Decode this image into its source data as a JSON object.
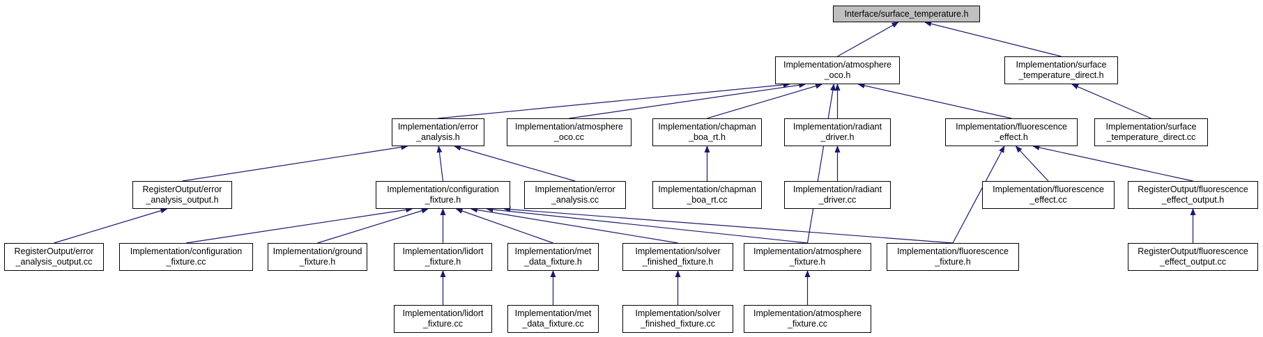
{
  "colors": {
    "edge": "#191970",
    "root_fill": "#bfbfbf",
    "node_fill": "#ffffff"
  },
  "nodes": [
    {
      "id": "surface_temperature_h",
      "lines": [
        "Interface/surface_temperature.h"
      ],
      "root": true
    },
    {
      "id": "atmosphere_oco_h",
      "lines": [
        "Implementation/atmosphere",
        "_oco.h"
      ]
    },
    {
      "id": "surface_temperature_direct_h",
      "lines": [
        "Implementation/surface",
        "_temperature_direct.h"
      ]
    },
    {
      "id": "error_analysis_h",
      "lines": [
        "Implementation/error",
        "_analysis.h"
      ]
    },
    {
      "id": "atmosphere_oco_cc",
      "lines": [
        "Implementation/atmosphere",
        "_oco.cc"
      ]
    },
    {
      "id": "chapman_boa_rt_h",
      "lines": [
        "Implementation/chapman",
        "_boa_rt.h"
      ]
    },
    {
      "id": "radiant_driver_h",
      "lines": [
        "Implementation/radiant",
        "_driver.h"
      ]
    },
    {
      "id": "fluorescence_effect_h",
      "lines": [
        "Implementation/fluorescence",
        "_effect.h"
      ]
    },
    {
      "id": "surface_temperature_direct_cc",
      "lines": [
        "Implementation/surface",
        "_temperature_direct.cc"
      ]
    },
    {
      "id": "error_analysis_output_h",
      "lines": [
        "RegisterOutput/error",
        "_analysis_output.h"
      ]
    },
    {
      "id": "configuration_fixture_h",
      "lines": [
        "Implementation/configuration",
        "_fixture.h"
      ]
    },
    {
      "id": "error_analysis_cc",
      "lines": [
        "Implementation/error",
        "_analysis.cc"
      ]
    },
    {
      "id": "chapman_boa_rt_cc",
      "lines": [
        "Implementation/chapman",
        "_boa_rt.cc"
      ]
    },
    {
      "id": "radiant_driver_cc",
      "lines": [
        "Implementation/radiant",
        "_driver.cc"
      ]
    },
    {
      "id": "fluorescence_effect_cc",
      "lines": [
        "Implementation/fluorescence",
        "_effect.cc"
      ]
    },
    {
      "id": "fluorescence_effect_output_h",
      "lines": [
        "RegisterOutput/fluorescence",
        "_effect_output.h"
      ]
    },
    {
      "id": "error_analysis_output_cc",
      "lines": [
        "RegisterOutput/error",
        "_analysis_output.cc"
      ]
    },
    {
      "id": "configuration_fixture_cc",
      "lines": [
        "Implementation/configuration",
        "_fixture.cc"
      ]
    },
    {
      "id": "ground_fixture_h",
      "lines": [
        "Implementation/ground",
        "_fixture.h"
      ]
    },
    {
      "id": "lidort_fixture_h",
      "lines": [
        "Implementation/lidort",
        "_fixture.h"
      ]
    },
    {
      "id": "met_data_fixture_h",
      "lines": [
        "Implementation/met",
        "_data_fixture.h"
      ]
    },
    {
      "id": "solver_finished_fixture_h",
      "lines": [
        "Implementation/solver",
        "_finished_fixture.h"
      ]
    },
    {
      "id": "atmosphere_fixture_h",
      "lines": [
        "Implementation/atmosphere",
        "_fixture.h"
      ]
    },
    {
      "id": "fluorescence_fixture_h",
      "lines": [
        "Implementation/fluorescence",
        "_fixture.h"
      ]
    },
    {
      "id": "fluorescence_effect_output_cc",
      "lines": [
        "RegisterOutput/fluorescence",
        "_effect_output.cc"
      ]
    },
    {
      "id": "lidort_fixture_cc",
      "lines": [
        "Implementation/lidort",
        "_fixture.cc"
      ]
    },
    {
      "id": "met_data_fixture_cc",
      "lines": [
        "Implementation/met",
        "_data_fixture.cc"
      ]
    },
    {
      "id": "solver_finished_fixture_cc",
      "lines": [
        "Implementation/solver",
        "_finished_fixture.cc"
      ]
    },
    {
      "id": "atmosphere_fixture_cc",
      "lines": [
        "Implementation/atmosphere",
        "_fixture.cc"
      ]
    }
  ],
  "edges": [
    [
      "atmosphere_oco_h",
      "surface_temperature_h"
    ],
    [
      "surface_temperature_direct_h",
      "surface_temperature_h"
    ],
    [
      "error_analysis_h",
      "atmosphere_oco_h"
    ],
    [
      "atmosphere_oco_cc",
      "atmosphere_oco_h"
    ],
    [
      "chapman_boa_rt_h",
      "atmosphere_oco_h"
    ],
    [
      "radiant_driver_h",
      "atmosphere_oco_h"
    ],
    [
      "fluorescence_effect_h",
      "atmosphere_oco_h"
    ],
    [
      "atmosphere_fixture_h",
      "atmosphere_oco_h"
    ],
    [
      "surface_temperature_direct_cc",
      "surface_temperature_direct_h"
    ],
    [
      "error_analysis_output_h",
      "error_analysis_h"
    ],
    [
      "configuration_fixture_h",
      "error_analysis_h"
    ],
    [
      "error_analysis_cc",
      "error_analysis_h"
    ],
    [
      "chapman_boa_rt_cc",
      "chapman_boa_rt_h"
    ],
    [
      "radiant_driver_cc",
      "radiant_driver_h"
    ],
    [
      "fluorescence_effect_cc",
      "fluorescence_effect_h"
    ],
    [
      "fluorescence_effect_output_h",
      "fluorescence_effect_h"
    ],
    [
      "fluorescence_fixture_h",
      "fluorescence_effect_h"
    ],
    [
      "error_analysis_output_cc",
      "error_analysis_output_h"
    ],
    [
      "configuration_fixture_cc",
      "configuration_fixture_h"
    ],
    [
      "ground_fixture_h",
      "configuration_fixture_h"
    ],
    [
      "lidort_fixture_h",
      "configuration_fixture_h"
    ],
    [
      "met_data_fixture_h",
      "configuration_fixture_h"
    ],
    [
      "solver_finished_fixture_h",
      "configuration_fixture_h"
    ],
    [
      "atmosphere_fixture_h",
      "configuration_fixture_h"
    ],
    [
      "fluorescence_fixture_h",
      "configuration_fixture_h"
    ],
    [
      "fluorescence_effect_output_cc",
      "fluorescence_effect_output_h"
    ],
    [
      "lidort_fixture_cc",
      "lidort_fixture_h"
    ],
    [
      "met_data_fixture_cc",
      "met_data_fixture_h"
    ],
    [
      "solver_finished_fixture_cc",
      "solver_finished_fixture_h"
    ],
    [
      "atmosphere_fixture_cc",
      "atmosphere_fixture_h"
    ]
  ]
}
